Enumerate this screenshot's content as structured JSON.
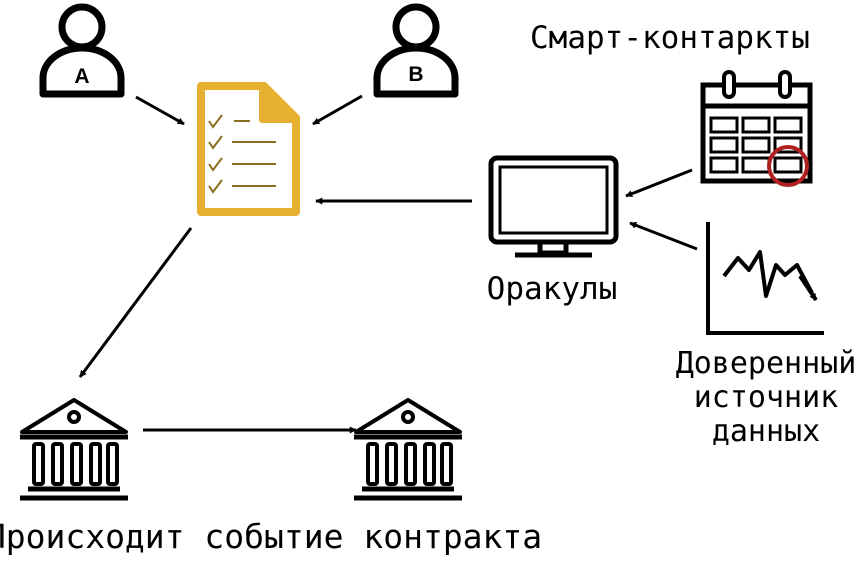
{
  "title": "Смарт-контаркты",
  "party_a": {
    "letter": "A",
    "icon": "person-icon"
  },
  "party_b": {
    "letter": "B",
    "icon": "person-icon"
  },
  "contract": {
    "icon": "document-checklist-icon",
    "accent": "#E8B030",
    "check_color": "#8A7020"
  },
  "oracles": {
    "label": "Оракулы",
    "icon": "monitor-icon"
  },
  "calendar": {
    "icon": "calendar-icon",
    "highlight": "#B02020"
  },
  "trusted_source": {
    "icon": "line-chart-icon",
    "lines": [
      "Доверенный",
      "источник",
      "данных"
    ]
  },
  "banks": {
    "icon": "bank-icon"
  },
  "contract_event": {
    "label": "Происходит событие контракта"
  }
}
